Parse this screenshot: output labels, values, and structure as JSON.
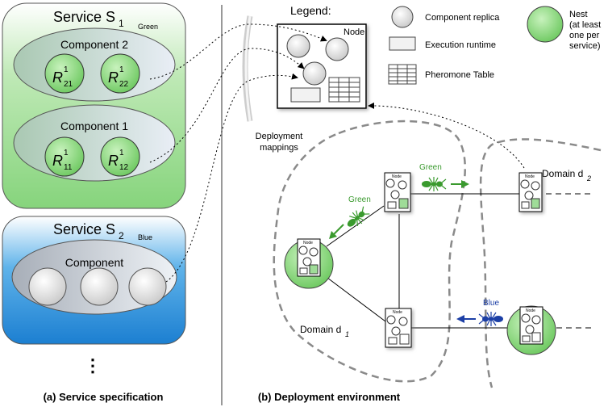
{
  "services": [
    {
      "title": "Service S",
      "sub": "1",
      "color_label": "Green",
      "components": [
        {
          "title": "Component 2",
          "replicas": [
            {
              "main": "R",
              "sup": "1",
              "sub": "21"
            },
            {
              "main": "R",
              "sup": "1",
              "sub": "22"
            }
          ]
        },
        {
          "title": "Component 1",
          "replicas": [
            {
              "main": "R",
              "sup": "1",
              "sub": "11"
            },
            {
              "main": "R",
              "sup": "1",
              "sub": "12"
            }
          ]
        }
      ]
    },
    {
      "title": "Service S",
      "sub": "2",
      "color_label": "Blue",
      "components": [
        {
          "title": "Component",
          "replicas": []
        }
      ]
    }
  ],
  "more_indicator": "⋮",
  "captions": {
    "left": "(a) Service specification",
    "right": "(b) Deployment environment"
  },
  "legend": {
    "title": "Legend:",
    "node": "Node",
    "component_replica": "Component replica",
    "execution_runtime": "Execution runtime",
    "pheromone_table": "Pheromone Table",
    "nest": [
      "Nest",
      "(at least",
      "one per",
      "service)"
    ]
  },
  "deployment_label": [
    "Deployment",
    "mappings"
  ],
  "domains": {
    "d1": {
      "main": "Domain d",
      "sub": "1"
    },
    "d2": {
      "main": "Domain d",
      "sub": "2"
    }
  },
  "ants": {
    "green1": "Green",
    "green2": "Green",
    "blue": "Blue"
  },
  "node_label": "Node",
  "colors": {
    "green_fill": "#9fdc98",
    "green_dark": "#2f8f2a",
    "blue_fill": "#2f8fd8",
    "blue_dark": "#1a3fa8",
    "domain_border": "#8a8a8a",
    "ant_green": "#3a9a2e",
    "ant_blue": "#1c3fa6"
  }
}
